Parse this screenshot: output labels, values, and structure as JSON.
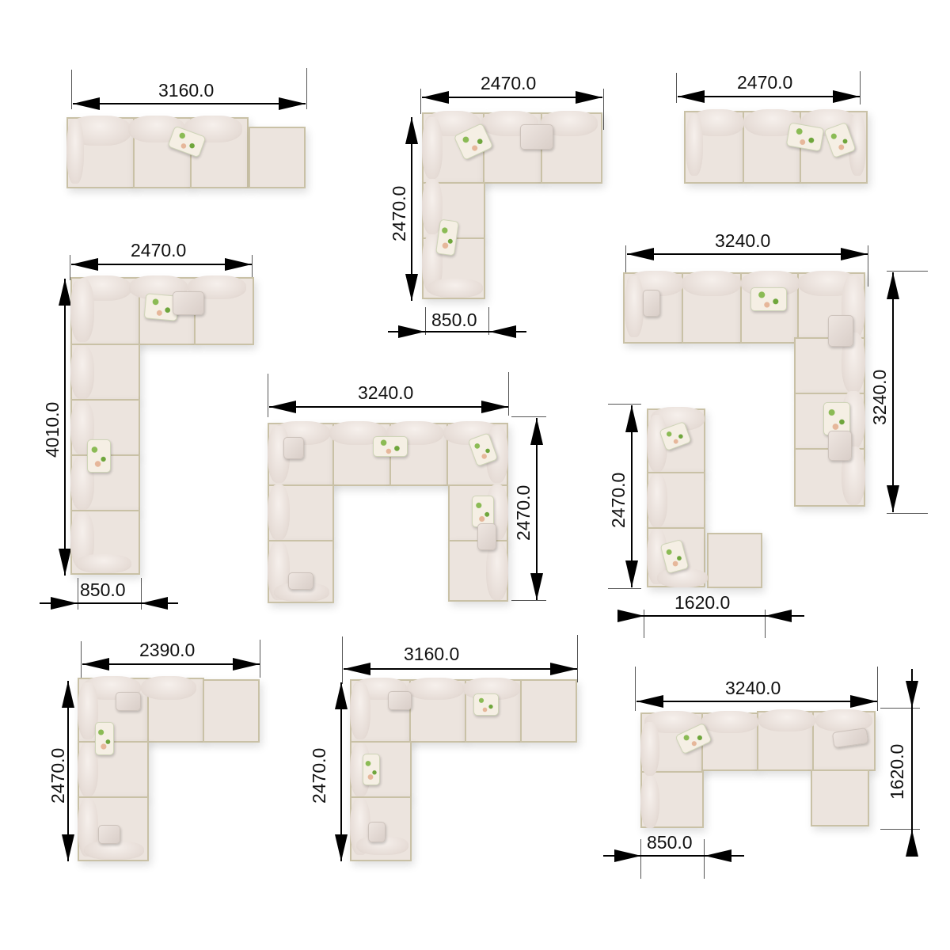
{
  "colors": {
    "background": "#ffffff",
    "cushion": "#ece4de",
    "frame": "#c9c1a6",
    "dimension_line": "#000000",
    "floral_green": "#6fa63c",
    "floral_peach": "#e6b79a"
  },
  "configurations": [
    {
      "id": "c1",
      "shape": "straight-with-ottoman",
      "dimensions": {
        "width": "3160.0"
      }
    },
    {
      "id": "c2",
      "shape": "L-corner",
      "dimensions": {
        "width": "2470.0",
        "depth": "2470.0",
        "seat_depth": "850.0"
      }
    },
    {
      "id": "c3",
      "shape": "straight",
      "dimensions": {
        "width": "2470.0"
      }
    },
    {
      "id": "c4",
      "shape": "long-L",
      "dimensions": {
        "width": "2470.0",
        "depth": "4010.0",
        "seat_depth": "850.0"
      }
    },
    {
      "id": "c5",
      "shape": "L-corner-large",
      "dimensions": {
        "width": "3240.0",
        "depth": "3240.0"
      }
    },
    {
      "id": "c6",
      "shape": "U-shape",
      "dimensions": {
        "width": "3240.0",
        "depth": "2470.0"
      }
    },
    {
      "id": "c7",
      "shape": "L-chaise",
      "dimensions": {
        "depth": "2470.0",
        "width": "1620.0"
      }
    },
    {
      "id": "c8",
      "shape": "L-with-ottoman",
      "dimensions": {
        "width": "2390.0",
        "depth": "2470.0"
      }
    },
    {
      "id": "c9",
      "shape": "L-with-ottoman-long",
      "dimensions": {
        "width": "3160.0",
        "depth": "2470.0"
      }
    },
    {
      "id": "c10",
      "shape": "U-short",
      "dimensions": {
        "width": "3240.0",
        "depth": "1620.0",
        "seat_depth": "850.0"
      }
    }
  ]
}
